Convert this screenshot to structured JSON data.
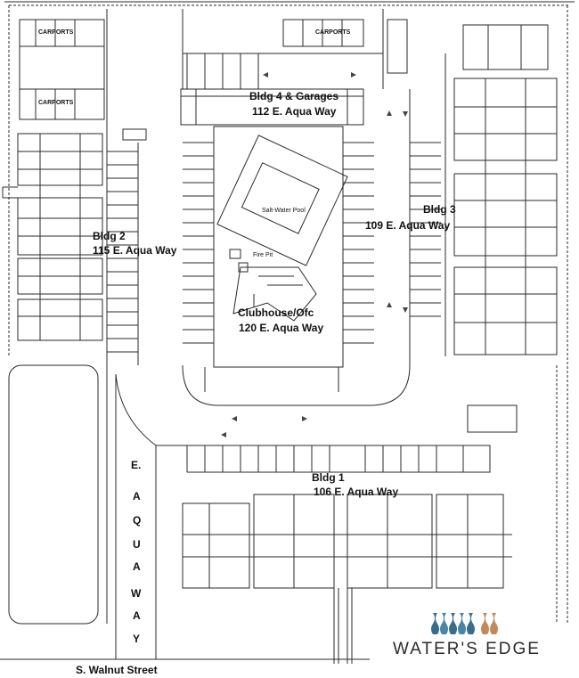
{
  "buildings": [
    {
      "name": "Bldg 4 & Garages",
      "address": "112 E. Aqua Way"
    },
    {
      "name": "Bldg 3",
      "address": "109 E. Aqua Way"
    },
    {
      "name": "Bldg 2",
      "address": "115 E. Aqua Way"
    },
    {
      "name": "Bldg 1",
      "address": "106 E. Aqua Way"
    }
  ],
  "clubhouse": {
    "name": "Clubhouse/Ofc",
    "address": "120 E. Aqua Way"
  },
  "amenities": {
    "pool": "Salt-Water Pool",
    "fire_pit": "Fire Pit"
  },
  "carports": [
    "CARPORTS",
    "CARPORTS",
    "CARPORTS"
  ],
  "streets": {
    "aqua_way_letters": [
      "E.",
      "A",
      "Q",
      "U",
      "A",
      "W",
      "A",
      "Y"
    ],
    "walnut": "S. Walnut Street"
  },
  "logo": {
    "text": "WATER'S EDGE",
    "colors": [
      "#3a6c8c",
      "#4a85a8",
      "#c48a5c"
    ]
  },
  "colors": {
    "line": "#2a2a2a",
    "pool_fill": "#ffffff"
  }
}
